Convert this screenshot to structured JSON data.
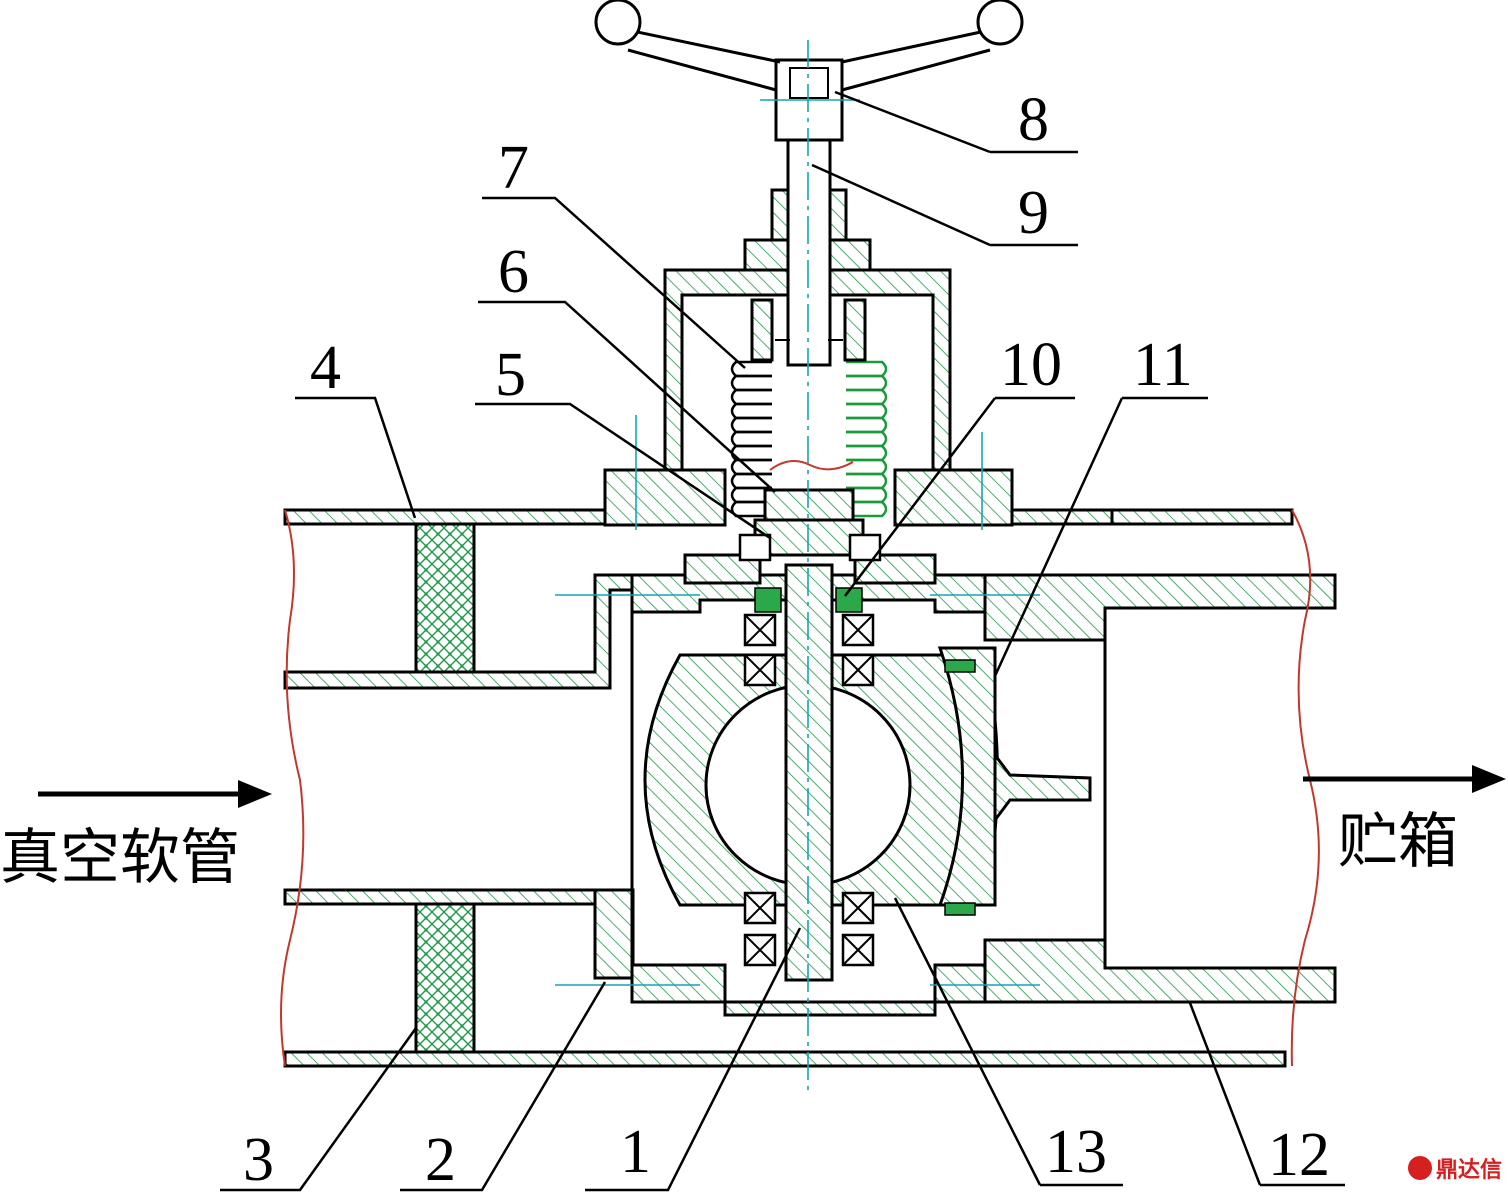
{
  "callouts": [
    {
      "id": "1",
      "label": "1"
    },
    {
      "id": "2",
      "label": "2"
    },
    {
      "id": "3",
      "label": "3"
    },
    {
      "id": "4",
      "label": "4"
    },
    {
      "id": "5",
      "label": "5"
    },
    {
      "id": "6",
      "label": "6"
    },
    {
      "id": "7",
      "label": "7"
    },
    {
      "id": "8",
      "label": "8"
    },
    {
      "id": "9",
      "label": "9"
    },
    {
      "id": "10",
      "label": "10"
    },
    {
      "id": "11",
      "label": "11"
    },
    {
      "id": "12",
      "label": "12"
    },
    {
      "id": "13",
      "label": "13"
    }
  ],
  "flow": {
    "inlet_label": "真空软管",
    "outlet_label": "贮箱"
  },
  "watermark": {
    "text": "鼎达信",
    "color": "#d62020"
  },
  "colors": {
    "hatch": "#1f9a4a",
    "center_line": "#12a6b4",
    "break_line": "#c0392b",
    "seal": "#2ba84a"
  }
}
